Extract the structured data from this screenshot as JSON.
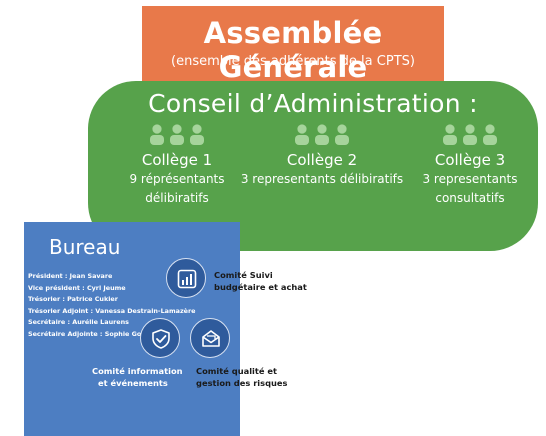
{
  "assemblee": {
    "title": "Assemblée Générale",
    "subtitle": "(ensemble des adhérents de la CPTS)"
  },
  "conseil": {
    "title": "Conseil d’Administration :",
    "colleges": [
      {
        "name": "Collège 1",
        "desc_line1": "9 réprésentants",
        "desc_line2": "délibiratifs"
      },
      {
        "name": "Collège 2",
        "desc_line1": "3 representants délibiratifs",
        "desc_line2": ""
      },
      {
        "name": "Collège 3",
        "desc_line1": "3 representants",
        "desc_line2": "consultatifs"
      }
    ]
  },
  "bureau": {
    "title": "Bureau",
    "members": [
      "Président : Jean Savare",
      "Vice président : Cyrl Jeume",
      "Trésorier : Patrice Cukier",
      "Trésorier Adjoint : Vanessa Destrain-Lamazère",
      "Secrétaire : Aurélie Laurens",
      "Secrétaire Adjointe : Sophie Goutard"
    ]
  },
  "comites": {
    "suivi": {
      "line1": "Comité Suivi",
      "line2": "budgétaire et achat",
      "icon": "budget-chart-icon"
    },
    "information": {
      "line1": "Comité information",
      "line2": "et événements",
      "icon": "shield-check-icon"
    },
    "qualite": {
      "line1": "Comité qualité et",
      "line2": "gestion des risques",
      "icon": "envelope-icon"
    }
  },
  "colors": {
    "assemblee": "#e8794a",
    "conseil": "#57a24b",
    "bureau": "#4d7ec2",
    "comite_circle": "#2f5b9c",
    "people_icon": "#a6d49b"
  }
}
